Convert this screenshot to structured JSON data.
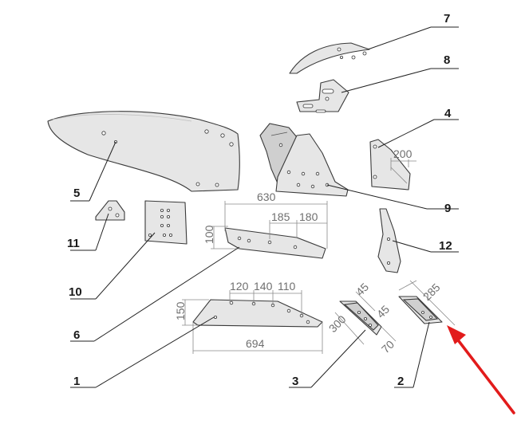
{
  "colors": {
    "part_fill": "#e6e6e6",
    "outline": "#3a3a3a",
    "dimension": "#8a8a8a",
    "arrow": "#e21b1b"
  },
  "callouts": [
    "7",
    "8",
    "4",
    "5",
    "9",
    "11",
    "10",
    "12",
    "6",
    "1",
    "3",
    "2"
  ],
  "dimensions": {
    "d630": "630",
    "d185": "185",
    "d180": "180",
    "d100": "100",
    "d200": "200",
    "d120": "120",
    "d140": "140",
    "d110": "110",
    "d150": "150",
    "d694": "694",
    "d45a": "45",
    "d45b": "45",
    "d300": "300",
    "d70": "70",
    "d285": "285"
  },
  "highlight": {
    "target_part": "2",
    "icon": "red-arrow-icon"
  }
}
